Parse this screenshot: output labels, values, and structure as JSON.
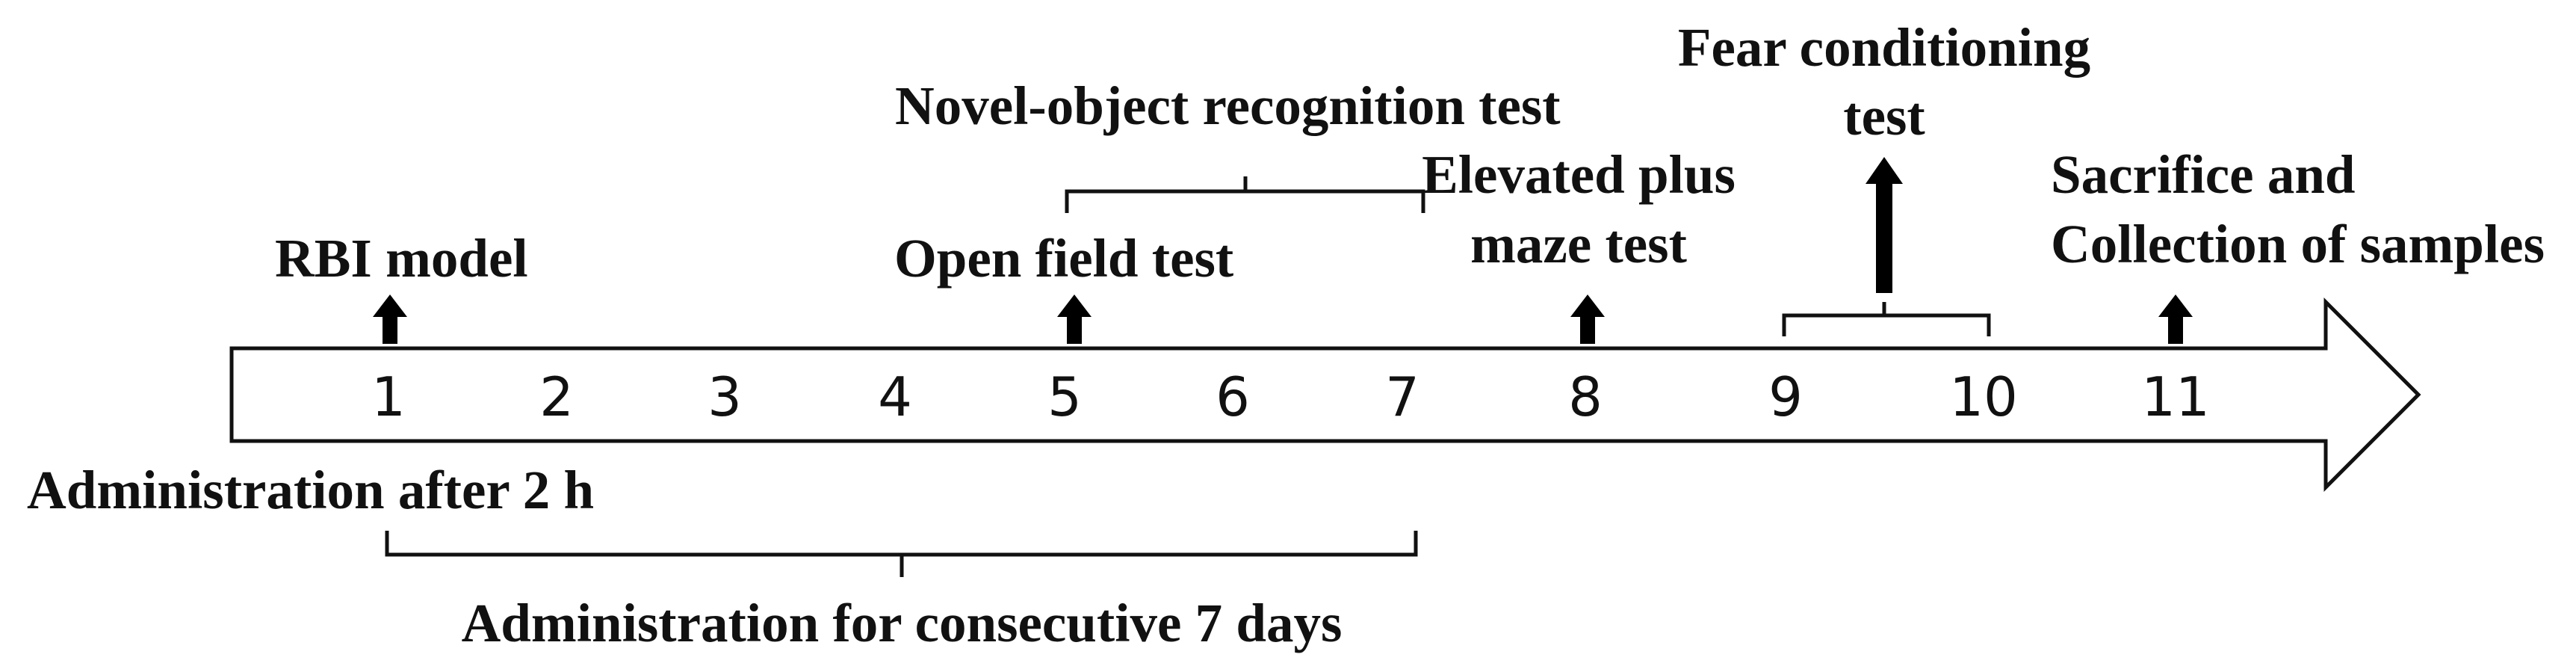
{
  "timeline": {
    "days": [
      "1",
      "2",
      "3",
      "4",
      "5",
      "6",
      "7",
      "8",
      "9",
      "10",
      "11"
    ]
  },
  "labels": {
    "rbi_model": "RBI model",
    "open_field": "Open field test",
    "novel_object": "Novel-object recognition test",
    "elevated_plus_line1": "Elevated plus",
    "elevated_plus_line2": "maze test",
    "fear_line1": "Fear conditioning",
    "fear_line2": "test",
    "sacrifice_line1": "Sacrifice and",
    "sacrifice_line2": "Collection of samples",
    "admin_after": "Administration after 2 h",
    "admin_consecutive": "Administration for consecutive 7 days"
  }
}
